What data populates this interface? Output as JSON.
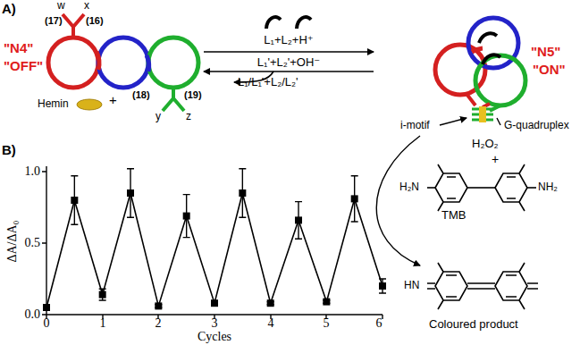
{
  "diagram": {
    "labels": [
      "A)",
      "w",
      "x",
      "(17)",
      "(16)",
      "\"N4\"",
      "\"OFF\"",
      "Hemin",
      "(18)",
      "(19)",
      "y",
      "z",
      "L₁+L₂+H⁺",
      "L₁'+L₂'+OH⁻",
      "L₁/L₁'+L₂/L₂'",
      "\"N5\"",
      "\"ON\"",
      "i-motif",
      "G-quadruplex",
      "H₂O₂",
      "H₂N",
      "NH₂",
      "TMB",
      "HN",
      "Coloured product",
      "B)",
      "ΔA/ΔA₀",
      "1.0",
      "0.5",
      "0.0",
      "0",
      "1",
      "2",
      "3",
      "4",
      "5",
      "6",
      "Cycles",
      "+",
      "+"
    ]
  }
}
